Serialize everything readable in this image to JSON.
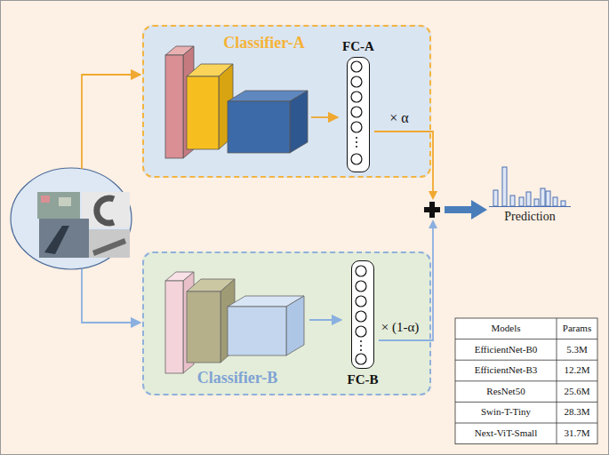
{
  "diagram": {
    "nodes": [
      {
        "text": [
          "Classifier-A"
        ]
      },
      {
        "text": [
          "FC-A"
        ],
        "in": 0
      },
      {
        "text": [
          "Classifier-B"
        ]
      },
      {
        "text": [
          "FC-B"
        ],
        "in": 2
      },
      {
        "text": [
          "Prediction"
        ]
      }
    ],
    "edges": [
      {
        "from": 1,
        "to": 4,
        "arrow": "to",
        "label": "× α"
      },
      {
        "from": 3,
        "to": 4,
        "arrow": "to",
        "label": "× (1-α)"
      }
    ],
    "labels": [
      "Models",
      "Params",
      "EfficientNet-B0",
      "5.3M",
      "EfficientNet-B3",
      "12.2M",
      "ResNet50",
      "25.6M",
      "Swin-T-Tiny",
      "28.3M",
      "Next-ViT-Small",
      "31.7M"
    ]
  }
}
